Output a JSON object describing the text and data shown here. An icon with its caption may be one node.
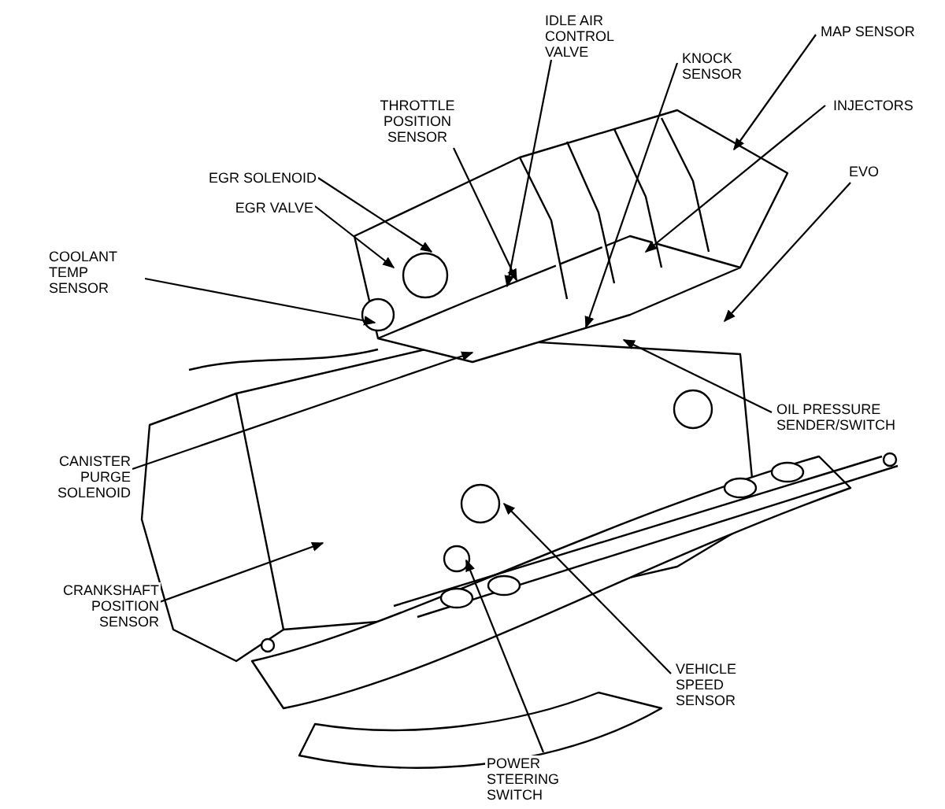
{
  "diagram": {
    "nodes": [
      {
        "text": [
          "IDLE AIR CONTROL VALVE"
        ]
      },
      {
        "text": [
          "MAP SENSOR"
        ]
      },
      {
        "text": [
          "THROTTLE POSITION SENSOR"
        ]
      },
      {
        "text": [
          "KNOCK SENSOR"
        ]
      },
      {
        "text": [
          "INJECTORS"
        ]
      },
      {
        "text": [
          "EGR SOLENOID"
        ]
      },
      {
        "text": [
          "EGR VALVE"
        ]
      },
      {
        "text": [
          "EVO"
        ]
      },
      {
        "text": [
          "COOLANT TEMP SENSOR"
        ]
      },
      {
        "text": [
          "OIL PRESSURE SENDER/SWITCH"
        ]
      },
      {
        "text": [
          "CANISTER PURGE SOLENOID"
        ]
      },
      {
        "text": [
          "CRANKSHAFT POSITION SENSOR"
        ]
      },
      {
        "text": [
          "VEHICLE SPEED SENSOR"
        ]
      },
      {
        "text": [
          "POWER STEERING SWITCH"
        ]
      }
    ],
    "edges": [
      {
        "from": 0,
        "to": null,
        "arrow": "to"
      },
      {
        "from": 1,
        "to": null,
        "arrow": "to"
      },
      {
        "from": 2,
        "to": null,
        "arrow": "to"
      },
      {
        "from": 3,
        "to": null,
        "arrow": "to"
      },
      {
        "from": 4,
        "to": null,
        "arrow": "to"
      },
      {
        "from": 5,
        "to": null,
        "arrow": "to"
      },
      {
        "from": 6,
        "to": null,
        "arrow": "to"
      },
      {
        "from": 7,
        "to": null,
        "arrow": "to"
      },
      {
        "from": 8,
        "to": null,
        "arrow": "to"
      },
      {
        "from": 9,
        "to": null,
        "arrow": "to"
      },
      {
        "from": 10,
        "to": null,
        "arrow": "to"
      },
      {
        "from": 11,
        "to": null,
        "arrow": "to"
      },
      {
        "from": 12,
        "to": null,
        "arrow": "to"
      },
      {
        "from": 13,
        "to": null,
        "arrow": "to"
      }
    ]
  }
}
